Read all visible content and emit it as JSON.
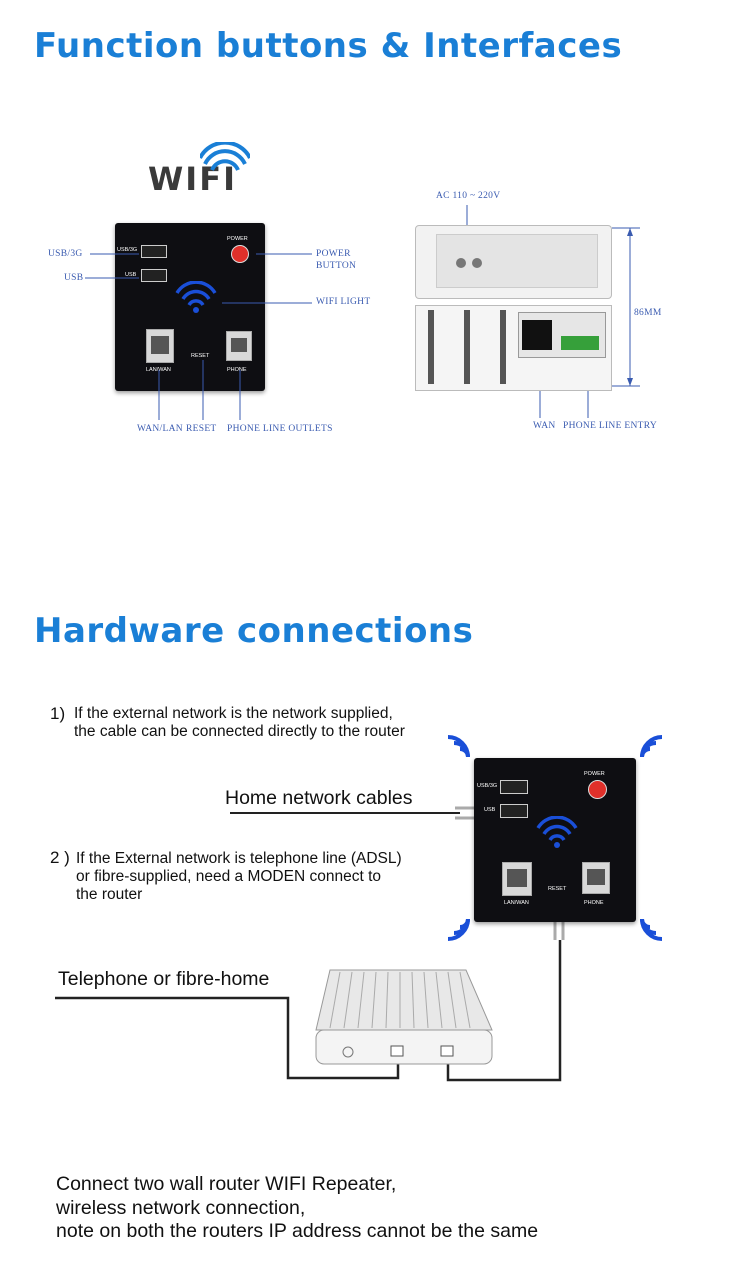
{
  "section1": {
    "heading": "Function buttons & Interfaces",
    "brand_logo": "WIFI",
    "front_panel": {
      "usb3g_port": "USB/3G",
      "usb_port": "USB",
      "power_button": "POWER",
      "lan_port": "LAN/WAN",
      "reset_button": "RESET",
      "phone_port": "PHONE"
    },
    "callouts": {
      "usb3g": "USB/3G",
      "usb": "USB",
      "power_button_1": "POWER",
      "power_button_2": "BUTTON",
      "wifi_light": "WIFI LIGHT",
      "wan_lan": "WAN/LAN",
      "reset": "RESET",
      "phone_outlets": "PHONE LINE OUTLETS"
    },
    "side_view": {
      "ac_input": "AC 110 ~ 220V",
      "height": "86MM",
      "wan": "WAN",
      "phone_entry": "PHONE LINE ENTRY"
    }
  },
  "section2": {
    "heading": "Hardware connections",
    "step1_number": "1)",
    "step1_line1": "If the external network is the network supplied,",
    "step1_line2": "the cable can be connected directly to the router",
    "home_cables": "Home network cables",
    "step2_number": "2 )",
    "step2_line1": "If the External network is telephone line (ADSL)",
    "step2_line2": "or fibre-supplied, need a MODEN connect to",
    "step2_line3": "the router",
    "telephone_label": "Telephone or fibre-home",
    "panel": {
      "usb3g_port": "USB/3G",
      "usb_port": "USB",
      "power_button": "POWER",
      "lan_port": "LAN/WAN",
      "reset_button": "RESET",
      "phone_port": "PHONE"
    },
    "footer_line1": "Connect two wall router WIFI Repeater,",
    "footer_line2": "wireless network connection,",
    "footer_line3": "note on both the routers IP address cannot be the same"
  },
  "colors": {
    "heading_blue": "#1a7fd6",
    "wifi_blue": "#1a4fd8",
    "power_red": "#e0302a",
    "panel_black": "#0e0e12",
    "callout_blue": "#3a5bb0"
  }
}
